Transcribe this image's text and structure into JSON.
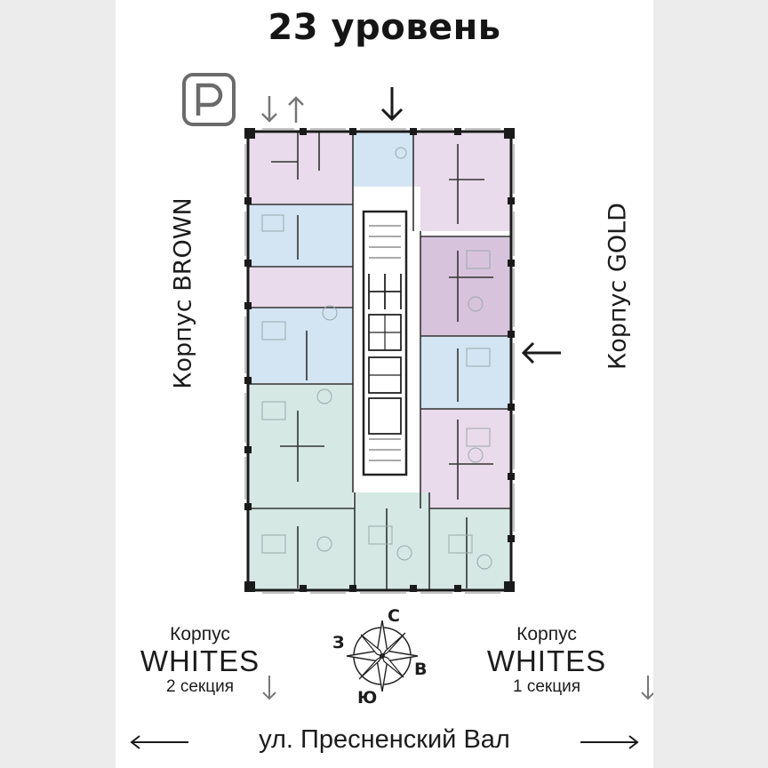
{
  "title": "23 уровень",
  "buildings": {
    "left": "Корпус BROWN",
    "right": "Корпус GOLD",
    "bottom_left": {
      "line1": "Корпус",
      "line2": "WHITES",
      "line3": "2 секция"
    },
    "bottom_right": {
      "line1": "Корпус",
      "line2": "WHITES",
      "line3": "1 секция"
    }
  },
  "street": "ул. Пресненский Вал",
  "compass": {
    "north": "С",
    "south": "Ю",
    "west": "З",
    "east": "В"
  },
  "icons": [
    "parking-icon",
    "arrow-down-icon",
    "arrow-up-icon",
    "entrance-arrow-icon",
    "compass-rose-icon",
    "street-arrow-left-icon",
    "street-arrow-right-icon"
  ],
  "colors": {
    "pink": "#e9dbeb",
    "blue": "#d3e4f3",
    "purple": "#d8c3dd",
    "mint": "#d5e8e3",
    "wall": "#222222",
    "text": "#1c1c1c"
  }
}
